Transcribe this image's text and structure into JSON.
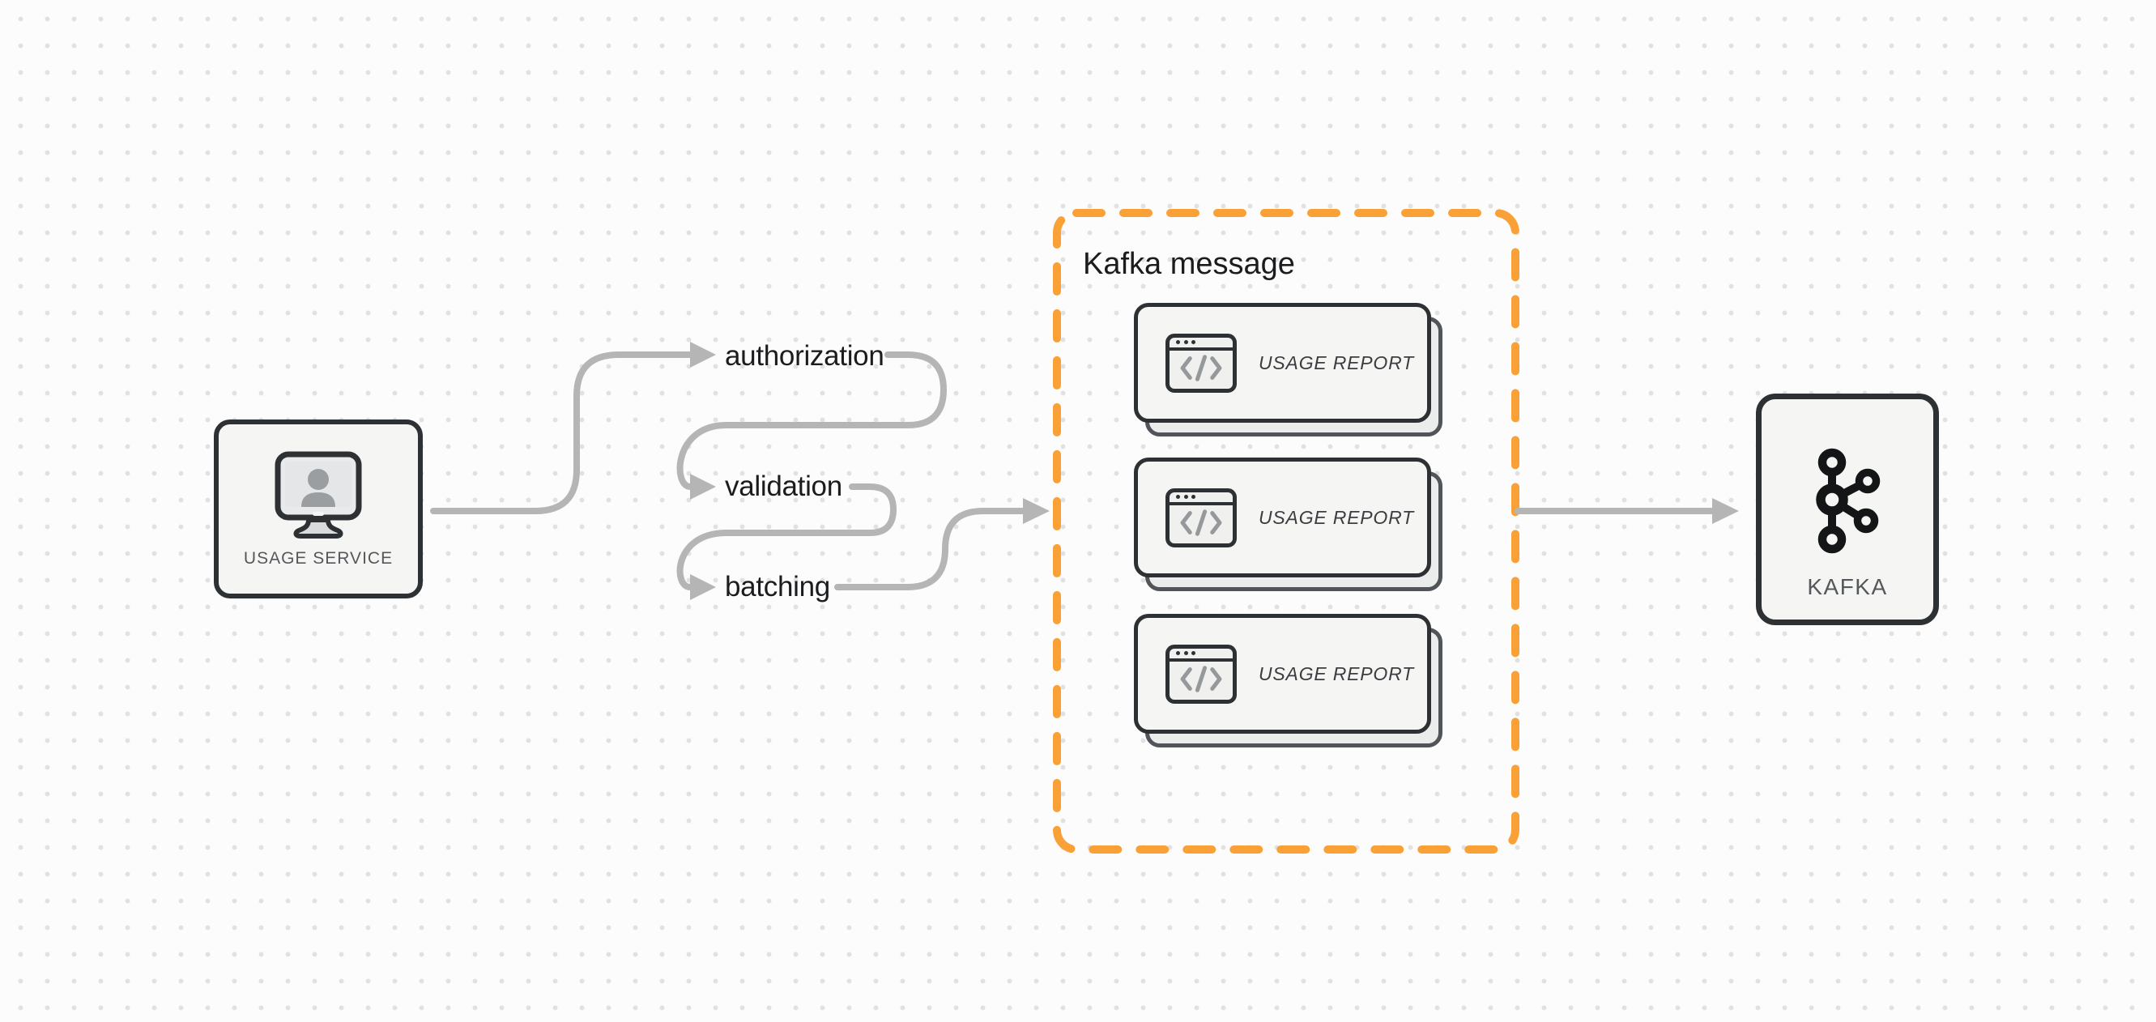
{
  "colors": {
    "page_bg": "#fcfcfc",
    "dot_grid": "#e1e1e1",
    "accent_orange": "#F9A136",
    "arrow_gray": "#b4b5b4",
    "node_border": "#2e3134",
    "node_fill": "#f5f6f4",
    "card_shadow_border": "#515459",
    "card_shadow_fill": "#ebecec",
    "icon_gray": "#96999c",
    "text_dark": "#1b1c1e",
    "text_muted": "#55585b",
    "card_text": "#3b3e41",
    "logo_black": "#141517"
  },
  "nodes": {
    "usage_service": {
      "label": "USAGE SERVICE",
      "icon": "monitor-user-icon"
    },
    "kafka": {
      "label": "KAFKA",
      "icon": "kafka-logo-icon"
    }
  },
  "flow_steps": [
    {
      "label": "authorization"
    },
    {
      "label": "validation"
    },
    {
      "label": "batching"
    }
  ],
  "kafka_message_group": {
    "title": "Kafka message",
    "cards": [
      {
        "label": "USAGE REPORT",
        "icon": "code-window-icon"
      },
      {
        "label": "USAGE REPORT",
        "icon": "code-window-icon"
      },
      {
        "label": "USAGE REPORT",
        "icon": "code-window-icon"
      }
    ]
  }
}
